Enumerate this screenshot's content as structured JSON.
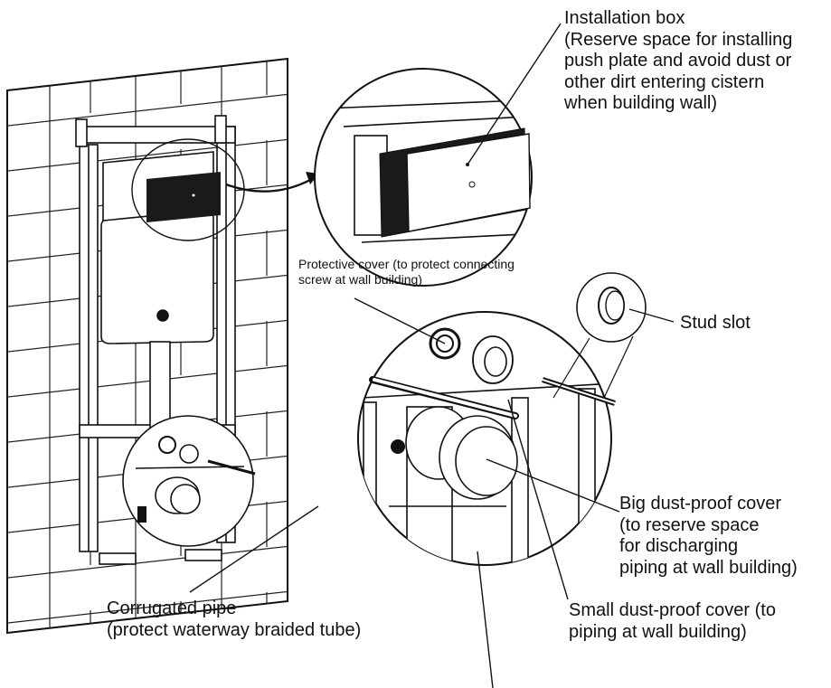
{
  "labels": {
    "installation_box": [
      "Installation box",
      "(Reserve space for installing",
      "push plate and avoid dust or",
      "other dirt entering cistern",
      "when building wall)"
    ],
    "protective_cover": [
      "Protective cover (to protect connecting",
      "screw at wall building)"
    ],
    "stud_slot": [
      "Stud slot"
    ],
    "big_cover": [
      "Big dust-proof cover",
      "(to reserve space",
      "for  discharging",
      "piping at wall building)"
    ],
    "corrugated_pipe": [
      "Corrugated pipe",
      "(protect waterway braided tube)"
    ],
    "small_cover": [
      "Small dust-proof cover  (to",
      "piping at wall building)"
    ]
  },
  "colors": {
    "ink": "#111111",
    "paper": "#ffffff",
    "box": "#1a1a1a"
  }
}
